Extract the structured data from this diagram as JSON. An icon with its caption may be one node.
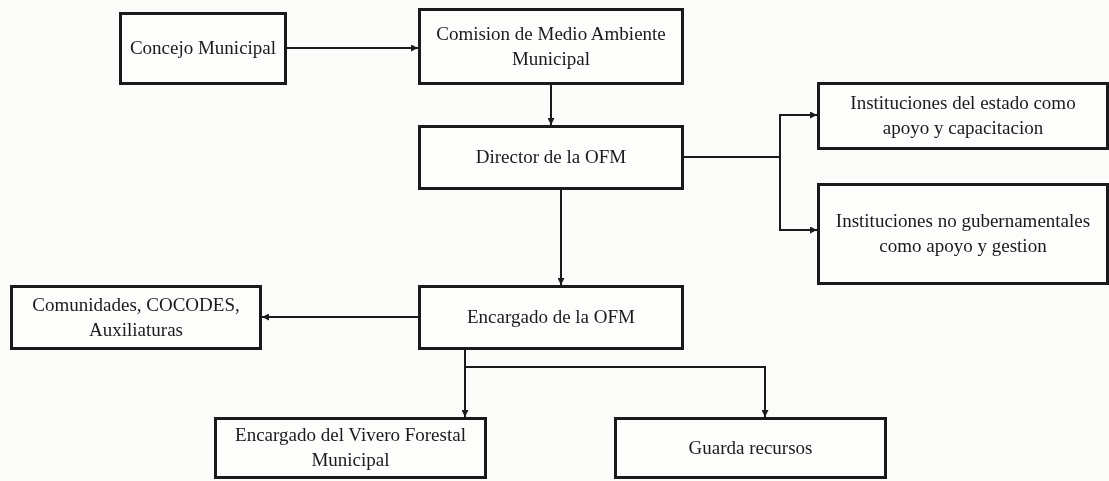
{
  "diagram": {
    "nodes": [
      {
        "text": [
          "Concejo Municipal"
        ]
      },
      {
        "text": [
          "Comision de Medio Ambiente Municipal"
        ]
      },
      {
        "text": [
          "Instituciones del estado como apoyo y capacitacion"
        ]
      },
      {
        "text": [
          "Director de la OFM"
        ]
      },
      {
        "text": [
          "Instituciones no gubernamentales como apoyo y gestion"
        ]
      },
      {
        "text": [
          "Comunidades, COCODES, Auxiliaturas"
        ]
      },
      {
        "text": [
          "Encargado de la OFM"
        ]
      },
      {
        "text": [
          "Encargado del Vivero Forestal Municipal"
        ]
      },
      {
        "text": [
          "Guarda recursos"
        ]
      }
    ],
    "edges": [
      {
        "from": 0,
        "to": 1,
        "arrow": "to"
      },
      {
        "from": 1,
        "to": 3,
        "arrow": "to"
      },
      {
        "from": 3,
        "to": 2,
        "arrow": "to"
      },
      {
        "from": 3,
        "to": 4,
        "arrow": "to"
      },
      {
        "from": 3,
        "to": 6,
        "arrow": "to"
      },
      {
        "from": 6,
        "to": 5,
        "arrow": "to"
      },
      {
        "from": 6,
        "to": 7,
        "arrow": "to"
      },
      {
        "from": 6,
        "to": 8,
        "arrow": "to"
      }
    ]
  }
}
